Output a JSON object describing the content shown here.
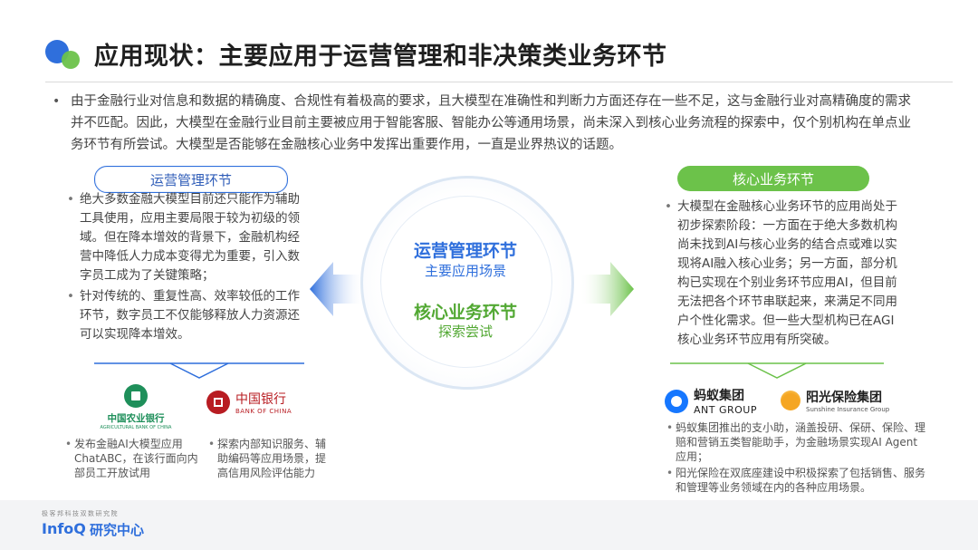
{
  "title": "应用现状：主要应用于运营管理和非决策类业务环节",
  "intro": "由于金融行业对信息和数据的精确度、合规性有着极高的要求，且大模型在准确性和判断力方面还存在一些不足，这与金融行业对高精确度的需求并不匹配。因此，大模型在金融行业目前主要被应用于智能客服、智能办公等通用场景，尚未深入到核心业务流程的探索中，仅个别机构在单点业务环节有所尝试。大模型是否能够在金融核心业务中发挥出重要作用，一直是业界热议的话题。",
  "left": {
    "pill": "运营管理环节",
    "bullets": [
      "绝大多数金融大模型目前还只能作为辅助工具使用，应用主要局限于较为初级的领域。但在降本增效的背景下，金融机构经营中降低人力成本变得尤为重要，引入数字员工成为了关键策略；",
      "针对传统的、重复性高、效率较低的工作环节，数字员工不仅能够释放人力资源还可以实现降本增效。"
    ],
    "abc": {
      "name": "中国农业银行",
      "en": "AGRICULTURAL BANK OF CHINA",
      "desc": "发布金融AI大模型应用ChatABC，在该行面向内部员工开放试用"
    },
    "boc": {
      "name": "中国银行",
      "en": "BANK OF CHINA",
      "desc": "探索内部知识服务、辅助编码等应用场景，提高信用风险评估能力"
    }
  },
  "center": {
    "t1": "运营管理环节",
    "s1": "主要应用场景",
    "t2": "核心业务环节",
    "s2": "探索尝试"
  },
  "right": {
    "pill": "核心业务环节",
    "bullets": [
      "大模型在金融核心业务环节的应用尚处于初步探索阶段：一方面在于绝大多数机构尚未找到AI与核心业务的结合点或难以实现将AI融入核心业务；另一方面，部分机构已实现在个别业务环节应用AI，但目前无法把各个环节串联起来，来满足不同用户个性化需求。但一些大型机构已在AGI核心业务环节应用有所突破。"
    ],
    "ant": {
      "name": "蚂蚁集团",
      "en": "ANT GROUP"
    },
    "sun": {
      "name": "阳光保险集团",
      "en": "Sunshine Insurance Group"
    },
    "desc": [
      "蚂蚁集团推出的支小助，涵盖投研、保研、保险、理赔和营销五类智能助手，为金融场景实现AI Agent应用；",
      "阳光保险在双底座建设中积极探索了包括销售、服务和管理等业务领域在内的各种应用场景。"
    ]
  },
  "footer": {
    "caption": "极客邦科技双数研究院",
    "brand": "InfoQ",
    "brand2": "研究中心"
  },
  "colors": {
    "blue": "#2f6fdc",
    "green": "#6cc24a"
  }
}
